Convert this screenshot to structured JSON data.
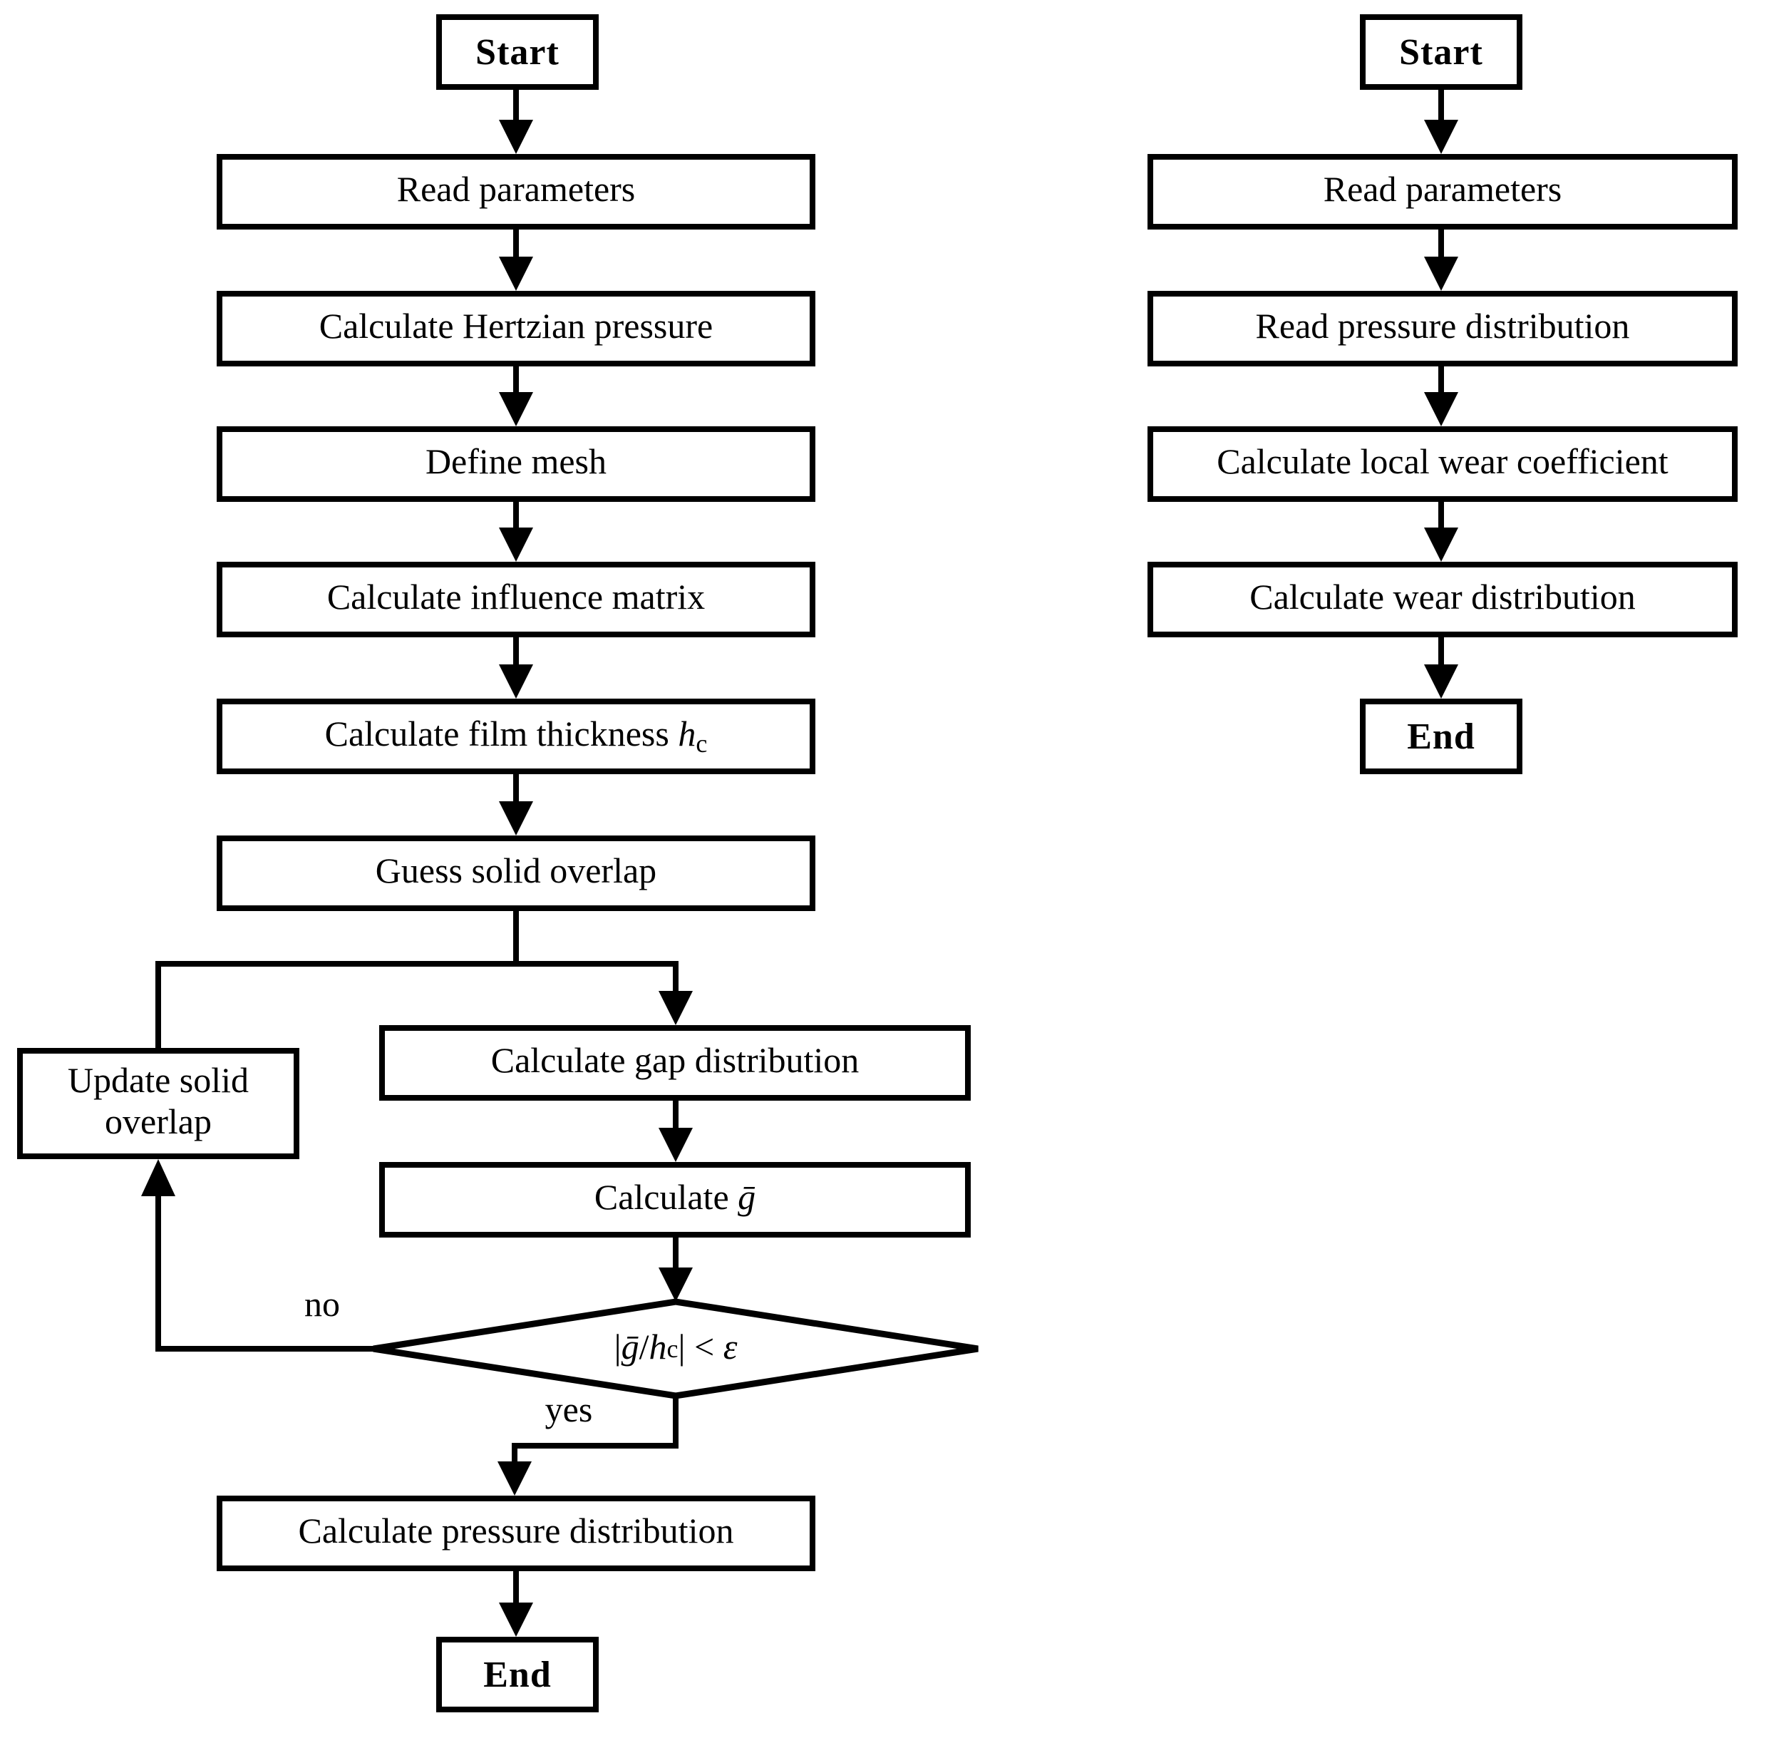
{
  "figure": {
    "colors": {
      "stroke": "#000000",
      "background": "#ffffff"
    },
    "left_chart": {
      "start": "Start",
      "steps": [
        "Read parameters",
        "Calculate Hertzian pressure",
        "Define mesh",
        "Calculate influence matrix"
      ],
      "film_step": {
        "prefix": "Calculate film thickness ",
        "var": "h",
        "sub": "c"
      },
      "guess_step": "Guess solid overlap",
      "gap_step": "Calculate gap distribution",
      "gbar_step": {
        "prefix": "Calculate ",
        "var": "ḡ"
      },
      "decision": {
        "p1": "|",
        "gbar": "ḡ",
        "slash": "/",
        "h": "h",
        "sub": "c",
        "p2": "| < ",
        "epsilon": "ε"
      },
      "update_step": {
        "line1": "Update solid",
        "line2": "overlap"
      },
      "pressure_step": "Calculate pressure distribution",
      "end": "End",
      "labels": {
        "no": "no",
        "yes": "yes"
      }
    },
    "right_chart": {
      "start": "Start",
      "steps": [
        "Read parameters",
        "Read pressure distribution",
        "Calculate local wear coefficient",
        "Calculate wear distribution"
      ],
      "end": "End"
    }
  }
}
